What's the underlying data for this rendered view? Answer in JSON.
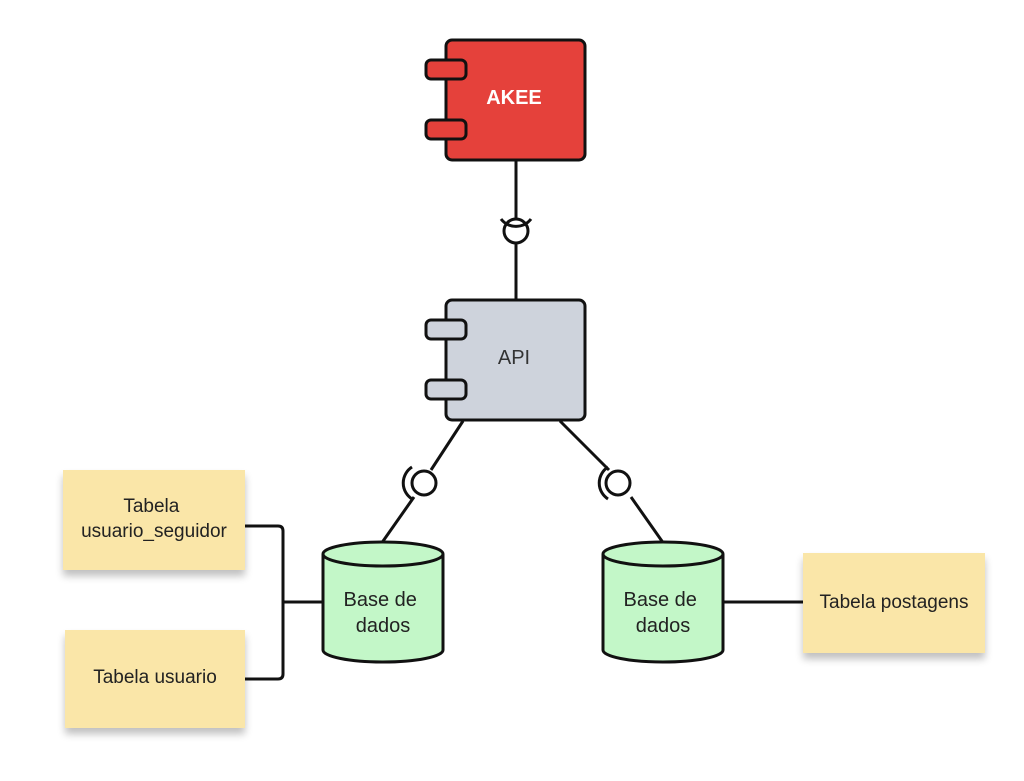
{
  "components": {
    "akee": {
      "label": "AKEE",
      "fill": "#e5413b",
      "text_color": "#ffffff"
    },
    "api": {
      "label": "API",
      "fill": "#ced3dc",
      "text_color": "#333333"
    }
  },
  "databases": {
    "left": {
      "line1": "Base de",
      "line2": "dados",
      "fill": "#c3f7c8"
    },
    "right": {
      "line1": "Base de",
      "line2": "dados",
      "fill": "#c3f7c8"
    }
  },
  "notes": {
    "usuario_seguidor": {
      "line1": "Tabela",
      "line2": "usuario_seguidor"
    },
    "usuario": {
      "label": "Tabela usuario"
    },
    "postagens": {
      "label": "Tabela postagens"
    },
    "fill": "#fae6a8"
  },
  "colors": {
    "stroke": "#111111",
    "note_text": "#222222"
  }
}
